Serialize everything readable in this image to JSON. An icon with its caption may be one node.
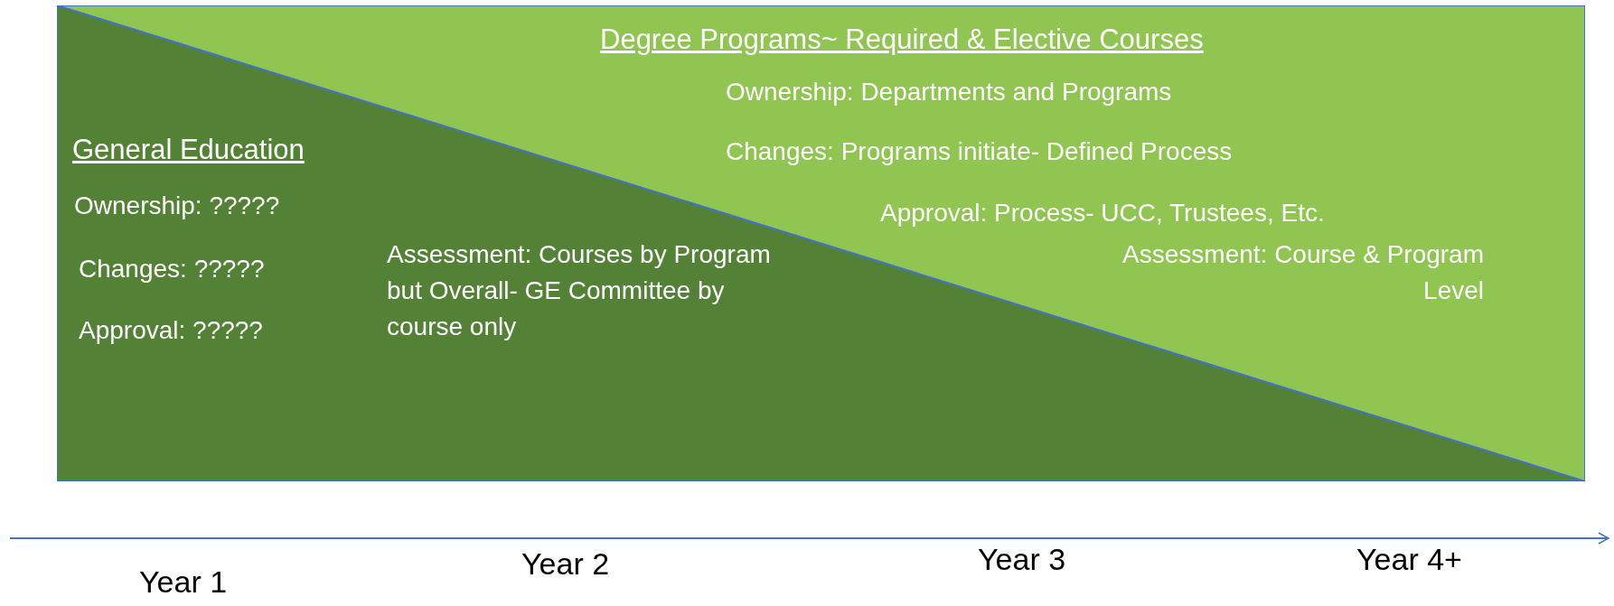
{
  "diagram": {
    "nodes": [
      {
        "text": [
          "General Education",
          "Ownership: ?????",
          "Changes: ?????",
          "Approval: ?????",
          "Assessment: Courses by Program but Overall- GE Committee by course only"
        ]
      },
      {
        "text": [
          "Degree Programs~ Required & Elective Courses",
          "Ownership: Departments and Programs",
          "Changes: Programs initiate- Defined Process",
          "Approval: Process- UCC, Trustees, Etc.",
          "Assessment: Course & Program Level"
        ]
      }
    ],
    "edges": [],
    "labels": [
      "Year 1",
      "Year 2",
      "Year 3",
      "Year 4+"
    ]
  }
}
